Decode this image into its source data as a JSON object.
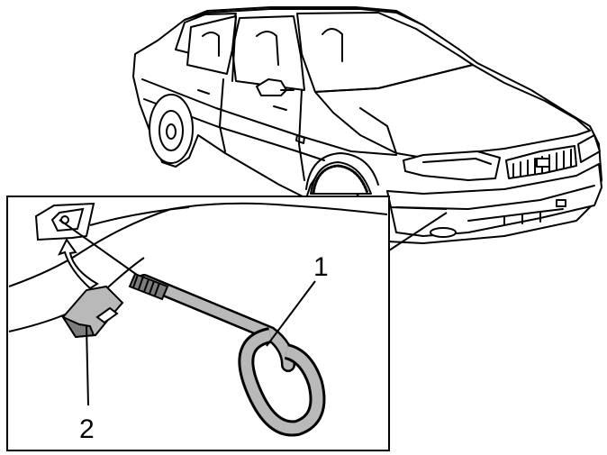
{
  "callouts": [
    {
      "number": "1",
      "part": "towing-eye"
    },
    {
      "number": "2",
      "part": "bumper-cover-flap"
    }
  ],
  "colors": {
    "line": "#000000",
    "fill": "#ffffff",
    "part_gray": "#b9b9b9",
    "dark_gray": "#7d7d7d"
  }
}
